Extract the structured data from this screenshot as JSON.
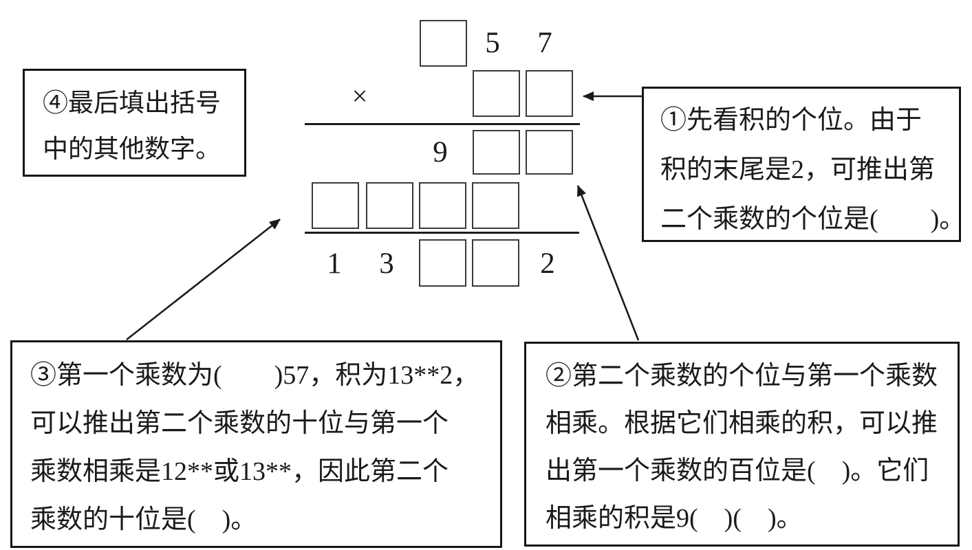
{
  "worksheet": {
    "multiplicand_tens": "5",
    "multiplicand_ones": "7",
    "multiply_sign": "×",
    "partial_product1_hundreds": "9",
    "product_digit1": "1",
    "product_digit2": "3",
    "product_digit5": "2"
  },
  "callouts": {
    "step1": {
      "lines": [
        "①先看积的个位。由于",
        "积的末尾是2，可推出第",
        "二个乘数的个位是(　　)。"
      ]
    },
    "step2": {
      "lines": [
        "②第二个乘数的个位与第一个乘数",
        "相乘。根据它们相乘的积，可以推",
        "出第一个乘数的百位是(　)。它们",
        "相乘的积是9(　)(　)。"
      ]
    },
    "step3": {
      "lines": [
        "③第一个乘数为(　　)57，积为13**2，",
        "可以推出第二个乘数的十位与第一个",
        "乘数相乘是12**或13**，因此第二个",
        "乘数的十位是(　)。"
      ]
    },
    "step4": {
      "lines": [
        "④最后填出括号",
        "中的其他数字。"
      ]
    }
  },
  "colors": {
    "ink": "#1a1a1a",
    "background": "#ffffff"
  }
}
